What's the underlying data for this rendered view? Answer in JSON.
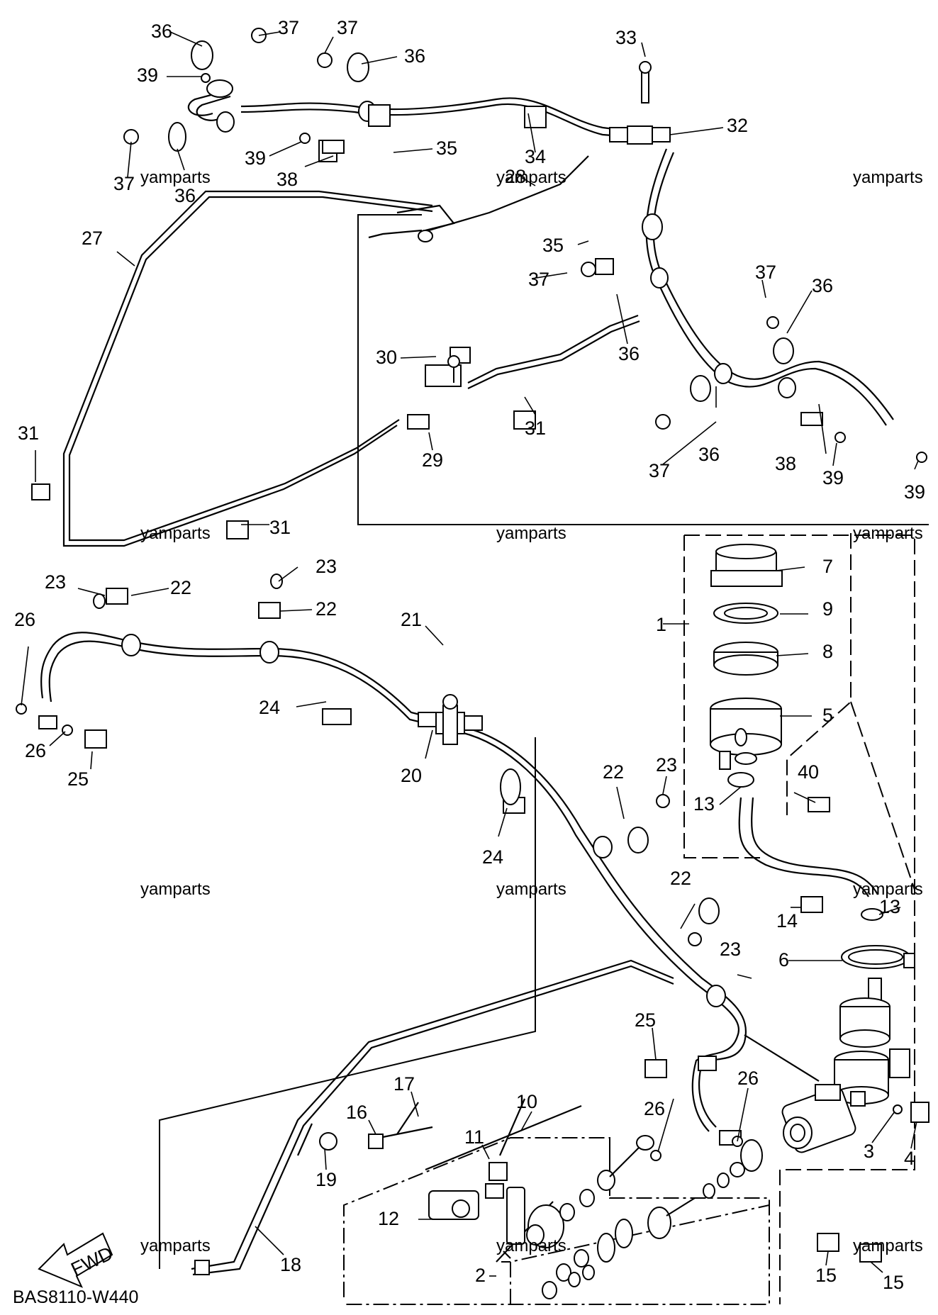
{
  "diagram": {
    "code": "BAS8110-W440",
    "fwd_label": "FWD",
    "watermark": "yamparts",
    "callouts": [
      {
        "id": "c36a",
        "label": "36"
      },
      {
        "id": "c37a",
        "label": "37"
      },
      {
        "id": "c37b",
        "label": "37"
      },
      {
        "id": "c36b",
        "label": "36"
      },
      {
        "id": "c33",
        "label": "33"
      },
      {
        "id": "c39a",
        "label": "39"
      },
      {
        "id": "c32",
        "label": "32"
      },
      {
        "id": "c35a",
        "label": "35"
      },
      {
        "id": "c34",
        "label": "34"
      },
      {
        "id": "c39b",
        "label": "39"
      },
      {
        "id": "c38a",
        "label": "38"
      },
      {
        "id": "c37c",
        "label": "37"
      },
      {
        "id": "c36c",
        "label": "36"
      },
      {
        "id": "c28",
        "label": "28"
      },
      {
        "id": "c27",
        "label": "27"
      },
      {
        "id": "c35b",
        "label": "35"
      },
      {
        "id": "c37d",
        "label": "37"
      },
      {
        "id": "c37e",
        "label": "37"
      },
      {
        "id": "c36d",
        "label": "36"
      },
      {
        "id": "c36e",
        "label": "36"
      },
      {
        "id": "c30",
        "label": "30"
      },
      {
        "id": "c31a",
        "label": "31"
      },
      {
        "id": "c31b",
        "label": "31"
      },
      {
        "id": "c29",
        "label": "29"
      },
      {
        "id": "c37f",
        "label": "37"
      },
      {
        "id": "c36f",
        "label": "36"
      },
      {
        "id": "c38b",
        "label": "38"
      },
      {
        "id": "c39c",
        "label": "39"
      },
      {
        "id": "c39d",
        "label": "39"
      },
      {
        "id": "c31c",
        "label": "31"
      },
      {
        "id": "c7",
        "label": "7"
      },
      {
        "id": "c23a",
        "label": "23"
      },
      {
        "id": "c23b",
        "label": "23"
      },
      {
        "id": "c22a",
        "label": "22"
      },
      {
        "id": "c22b",
        "label": "22"
      },
      {
        "id": "c9",
        "label": "9"
      },
      {
        "id": "c26a",
        "label": "26"
      },
      {
        "id": "c21",
        "label": "21"
      },
      {
        "id": "c1",
        "label": "1"
      },
      {
        "id": "c8",
        "label": "8"
      },
      {
        "id": "c24a",
        "label": "24"
      },
      {
        "id": "c5",
        "label": "5"
      },
      {
        "id": "c26b",
        "label": "26"
      },
      {
        "id": "c25a",
        "label": "25"
      },
      {
        "id": "c20",
        "label": "20"
      },
      {
        "id": "c22c",
        "label": "22"
      },
      {
        "id": "c23c",
        "label": "23"
      },
      {
        "id": "c40",
        "label": "40"
      },
      {
        "id": "c13a",
        "label": "13"
      },
      {
        "id": "c24b",
        "label": "24"
      },
      {
        "id": "c22d",
        "label": "22"
      },
      {
        "id": "c13b",
        "label": "13"
      },
      {
        "id": "c14",
        "label": "14"
      },
      {
        "id": "c23d",
        "label": "23"
      },
      {
        "id": "c6",
        "label": "6"
      },
      {
        "id": "c25b",
        "label": "25"
      },
      {
        "id": "c26c",
        "label": "26"
      },
      {
        "id": "c26d",
        "label": "26"
      },
      {
        "id": "c17",
        "label": "17"
      },
      {
        "id": "c10",
        "label": "10"
      },
      {
        "id": "c16",
        "label": "16"
      },
      {
        "id": "c11",
        "label": "11"
      },
      {
        "id": "c3",
        "label": "3"
      },
      {
        "id": "c4",
        "label": "4"
      },
      {
        "id": "c19",
        "label": "19"
      },
      {
        "id": "c12",
        "label": "12"
      },
      {
        "id": "c18",
        "label": "18"
      },
      {
        "id": "c2",
        "label": "2"
      },
      {
        "id": "c15a",
        "label": "15"
      },
      {
        "id": "c15b",
        "label": "15"
      }
    ]
  }
}
